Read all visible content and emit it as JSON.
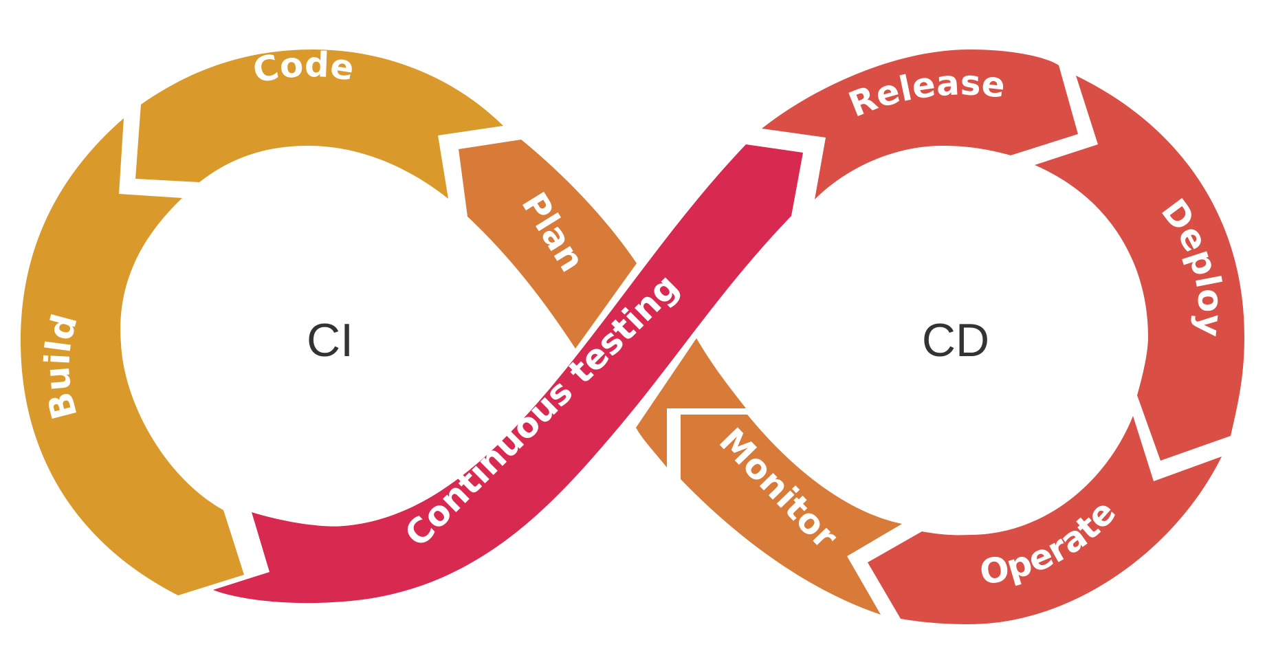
{
  "diagram": {
    "center_left": "CI",
    "center_right": "CD",
    "segments": {
      "code": {
        "label": "Code",
        "color": "#d99a2b"
      },
      "build": {
        "label": "Build",
        "color": "#d99a2b"
      },
      "plan": {
        "label": "Plan",
        "color": "#d97b38"
      },
      "continuous_testing": {
        "label": "Continuous testing",
        "color": "#d82a50"
      },
      "release": {
        "label": "Release",
        "color": "#d94f45"
      },
      "deploy": {
        "label": "Deploy",
        "color": "#d94f45"
      },
      "operate": {
        "label": "Operate",
        "color": "#d94f45"
      },
      "monitor": {
        "label": "Monitor",
        "color": "#d97b38"
      }
    }
  }
}
